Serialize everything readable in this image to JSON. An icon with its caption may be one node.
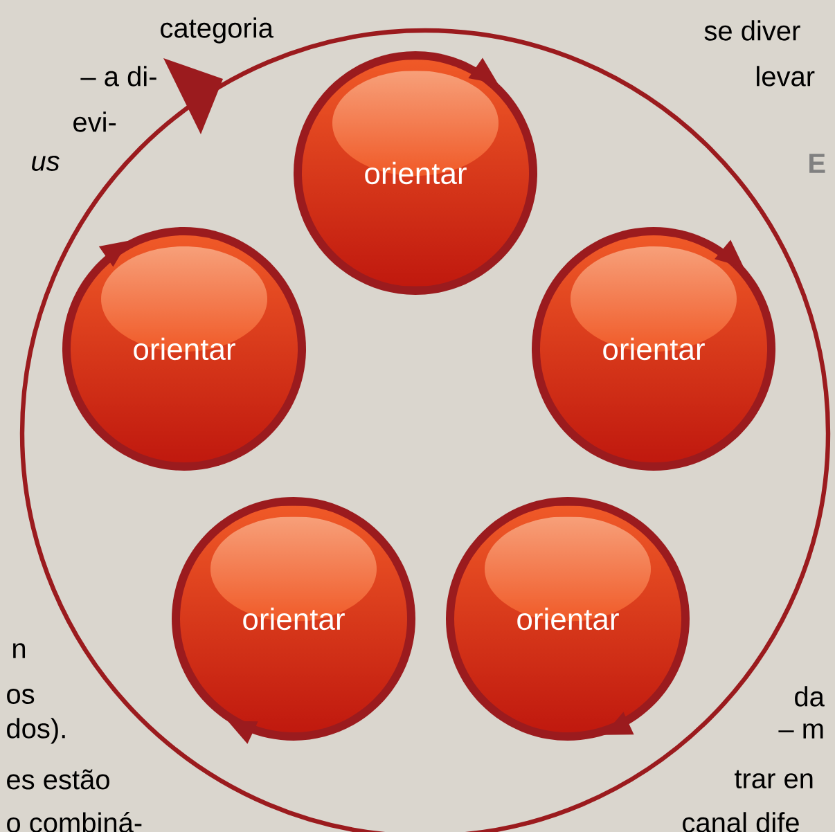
{
  "diagram": {
    "nodes": [
      {
        "text": [],
        "shape": "circle"
      },
      {
        "text": [
          "orientar"
        ],
        "in": 0
      },
      {
        "text": [
          "orientar"
        ],
        "in": 0
      },
      {
        "text": [
          "orientar"
        ],
        "in": 0
      },
      {
        "text": [
          "orientar"
        ],
        "in": 0
      },
      {
        "text": [
          "orientar"
        ],
        "in": 0
      }
    ],
    "labels": [
      "categoria",
      "– a di-",
      "evi-",
      "us",
      "se diver",
      "levar",
      "E",
      "n",
      "os",
      "dos).",
      "es estão",
      "o combiná-",
      "da",
      "– m",
      "trar en",
      "canal dife"
    ]
  }
}
